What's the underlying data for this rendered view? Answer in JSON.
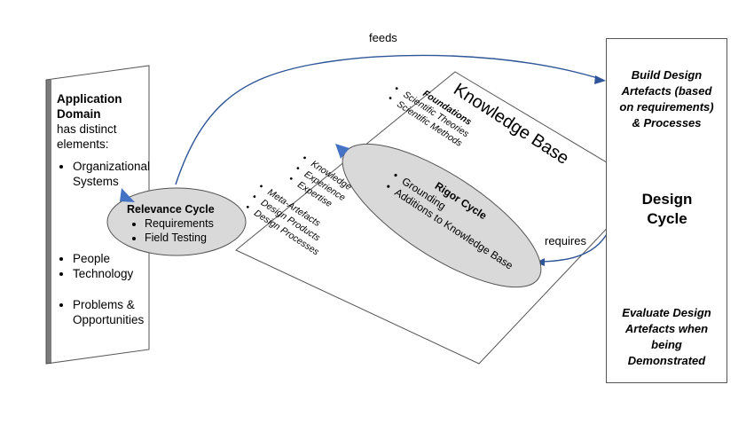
{
  "application_domain": {
    "heading": "Application Domain",
    "subheading": "has distinct elements:",
    "items": [
      "Organizational Systems",
      "People",
      "Technology",
      "Problems & Opportunities"
    ]
  },
  "relevance_cycle": {
    "title": "Relevance Cycle",
    "items": [
      "Requirements",
      "Field Testing"
    ]
  },
  "knowledge_base": {
    "title": "Knowledge Base",
    "foundations": {
      "heading": "Foundations",
      "items": [
        "Scientific Theories",
        "Scientific Methods"
      ]
    },
    "knowledge_items": [
      "Knowledge",
      "Experience",
      "Expertise"
    ],
    "meta_items": [
      "Meta-Artefacts",
      "Design Products",
      "Design Processes"
    ]
  },
  "rigor_cycle": {
    "title": "Rigor Cycle",
    "items": [
      "Grounding",
      "Additions to Knowledge Base"
    ]
  },
  "design_cycle": {
    "title_line1": "Design",
    "title_line2": "Cycle",
    "build_text": [
      "Build Design",
      "Artefacts (based",
      "on requirements)",
      "& Processes"
    ],
    "evaluate_text": [
      "Evaluate Design",
      "Artefacts when",
      "being",
      "Demonstrated"
    ]
  },
  "connectors": {
    "feeds": "feeds",
    "requires": "requires"
  },
  "colors": {
    "arrow": "#2e5597",
    "block_arrow": "#4472c4",
    "ellipse_fill": "#d9d9d9",
    "ellipse_stroke": "#555555"
  }
}
